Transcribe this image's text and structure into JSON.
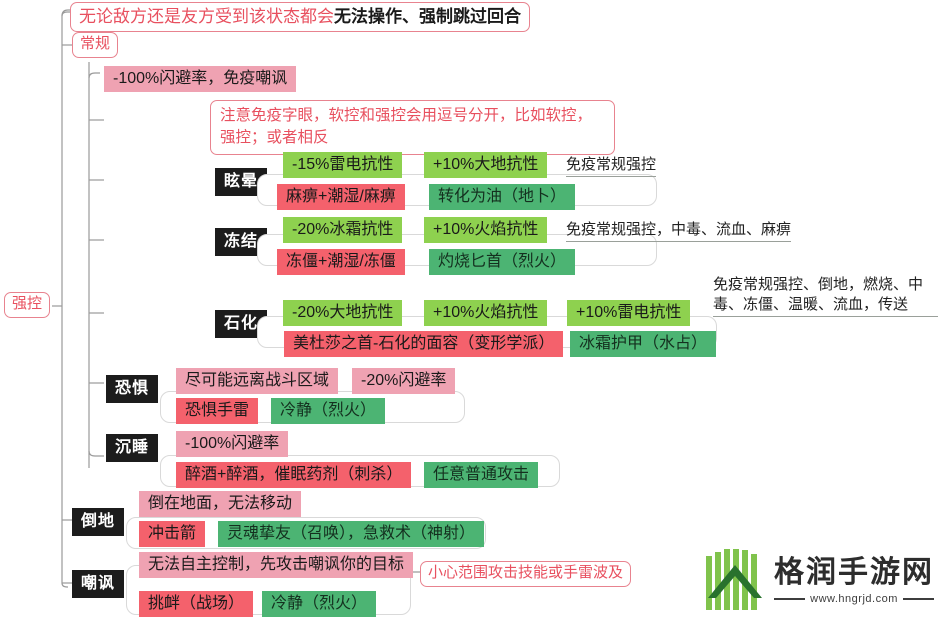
{
  "root": {
    "label": "强控"
  },
  "header_note": {
    "text_red": "无论敌方还是友方受到该状态都会",
    "text_bold": "无法操作、强制跳过回合"
  },
  "branches": {
    "changgui": {
      "label": "常规"
    },
    "daodi": {
      "label": "倒地"
    },
    "chaofeng": {
      "label": "嘲讽"
    }
  },
  "changgui": {
    "effect_chip": "-100%闪避率，免疫嘲讽",
    "tip_note": "注意免疫字眼，软控和强控会用逗号分开，比如软控，强控；或者相反"
  },
  "xuanyun": {
    "label": "眩晕",
    "res_down": "-15%雷电抗性",
    "res_up": "+10%大地抗性",
    "immunity": "免疫常规强控",
    "source": "麻痹+潮湿/麻痹",
    "cleanse": "转化为油（地卜）"
  },
  "dongjie": {
    "label": "冻结",
    "res_down": "-20%冰霜抗性",
    "res_up": "+10%火焰抗性",
    "immunity": "免疫常规强控，中毒、流血、麻痹",
    "source": "冻僵+潮湿/冻僵",
    "cleanse": "灼烧匕首（烈火）"
  },
  "shihua": {
    "label": "石化",
    "res_down": "-20%大地抗性",
    "res_up": "+10%火焰抗性",
    "res_up2": "+10%雷电抗性",
    "immunity": "免疫常规强控、倒地，燃烧、中毒、冻僵、温暖、流血，传送",
    "source": "美杜莎之首-石化的面容（变形学派）",
    "cleanse": "冰霜护甲（水占）"
  },
  "kongju": {
    "label": "恐惧",
    "effect": "尽可能远离战斗区域",
    "penalty": "-20%闪避率",
    "source": "恐惧手雷",
    "cleanse": "冷静（烈火）"
  },
  "chenshui": {
    "label": "沉睡",
    "effect": "-100%闪避率",
    "source": "醉酒+醉酒，催眠药剂（刺杀）",
    "cleanse": "任意普通攻击"
  },
  "daodi_detail": {
    "effect": "倒在地面，无法移动",
    "source": "冲击箭",
    "cleanse": "灵魂挚友（召唤），急救术（神射）"
  },
  "chaofeng_detail": {
    "effect": "无法自主控制，先攻击嘲讽你的目标",
    "warning": "小心范围攻击技能或手雷波及",
    "source": "挑衅（战场）",
    "cleanse": "冷静（烈火）"
  },
  "watermark": {
    "title": "格润手游网",
    "url": "www.hngrjd.com"
  },
  "colors": {
    "light_green": "#8ed14f",
    "dark_green": "#4cb473",
    "red": "#f4616c",
    "pink": "#efa2b2",
    "accent_border": "#e8838f",
    "label_bg": "#1c1c1c"
  }
}
